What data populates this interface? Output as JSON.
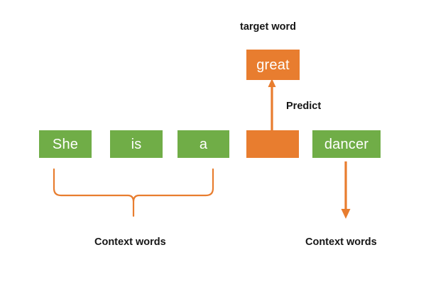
{
  "diagram": {
    "title_caption": "target word",
    "predict_caption": "Predict",
    "context_caption_left": "Context words",
    "context_caption_right": "Context words",
    "colors": {
      "green": "#70AD47",
      "orange": "#E87D2F",
      "text_dark": "#161616",
      "box_text": "#FFFFFF",
      "background": "#FFFFFF"
    },
    "target_box": {
      "label": "great",
      "color": "#E87D2F"
    },
    "sentence_boxes": [
      {
        "label": "She",
        "color": "#70AD47",
        "role": "context"
      },
      {
        "label": "is",
        "color": "#70AD47",
        "role": "context"
      },
      {
        "label": "a",
        "color": "#70AD47",
        "role": "context"
      },
      {
        "label": "",
        "color": "#E87D2F",
        "role": "target-slot"
      },
      {
        "label": "dancer",
        "color": "#70AD47",
        "role": "context"
      }
    ],
    "connectors": [
      {
        "name": "predict-arrow",
        "type": "arrow-up",
        "color": "#E87D2F"
      },
      {
        "name": "context-brace",
        "type": "curly-brace",
        "color": "#E87D2F"
      },
      {
        "name": "context-arrow",
        "type": "arrow-down",
        "color": "#E87D2F"
      }
    ]
  }
}
